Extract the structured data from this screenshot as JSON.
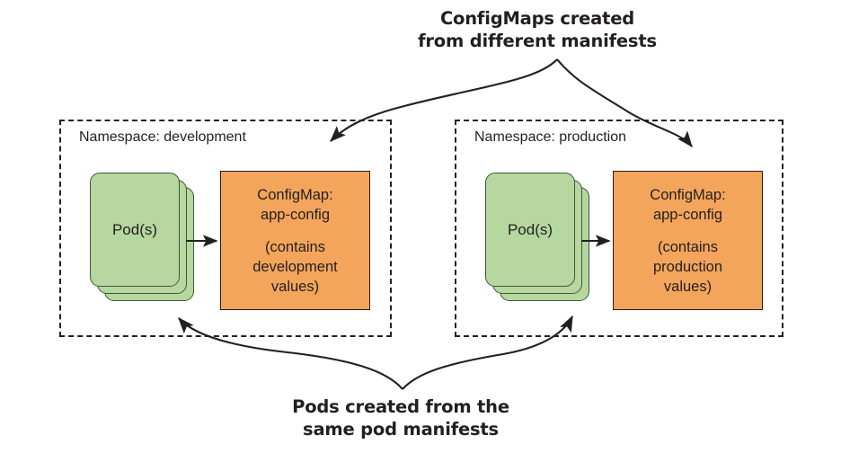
{
  "diagram": {
    "title_top": "ConfigMaps created\nfrom different manifests",
    "title_bottom": "Pods created from the\nsame pod manifests",
    "colors": {
      "pod_fill": "#b6d7a0",
      "pod_stroke": "#3a5a33",
      "configmap_fill": "#f4a55c",
      "configmap_stroke": "#231f20",
      "namespace_border": "#231f20",
      "text": "#231f20",
      "background": "#ffffff"
    },
    "namespaces": [
      {
        "id": "development",
        "label": "Namespace: development",
        "pod": {
          "label": "Pod(s)",
          "stack_count": 3
        },
        "configmap": {
          "title": "ConfigMap:\napp-config",
          "subtitle": "(contains\ndevelopment\nvalues)"
        },
        "edge_label": ""
      },
      {
        "id": "production",
        "label": "Namespace: production",
        "pod": {
          "label": "Pod(s)",
          "stack_count": 3
        },
        "configmap": {
          "title": "ConfigMap:\napp-config",
          "subtitle": "(contains\nproduction\nvalues)"
        },
        "edge_label": ""
      }
    ],
    "annotations": [
      {
        "name": "configmaps-annotation",
        "text": "ConfigMaps created\nfrom different manifests",
        "position": "top",
        "points_to": [
          "configmap-development",
          "configmap-production"
        ]
      },
      {
        "name": "pods-annotation",
        "text": "Pods created from the\nsame pod manifests",
        "position": "bottom",
        "points_to": [
          "pod-development",
          "pod-production"
        ]
      }
    ]
  }
}
